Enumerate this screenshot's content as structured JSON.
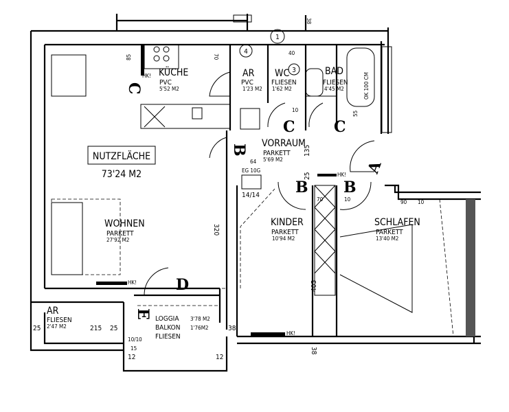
{
  "title": "NUTZFLÄCHE",
  "total_area": "73'24 M2",
  "rooms": {
    "kueche": {
      "name": "KÜCHE",
      "floor": "PVC",
      "area": "5'52 M2"
    },
    "ar_top": {
      "name": "AR",
      "floor": "PVC",
      "area": "1'23 M2"
    },
    "wc": {
      "name": "WC",
      "floor": "FLIESEN",
      "area": "1'62 M2"
    },
    "bad": {
      "name": "BAD",
      "floor": "FLIESEN",
      "area": "4'45 M2"
    },
    "vorraum": {
      "name": "VORRAUM",
      "floor": "PARKETT",
      "area": "5'69 M2"
    },
    "wohnen": {
      "name": "WOHNEN",
      "floor": "PARKETT",
      "area": "27'92 M2"
    },
    "kinder": {
      "name": "KINDER",
      "floor": "PARKETT",
      "area": "10'94 M2"
    },
    "schlafen": {
      "name": "SCHLAFEN",
      "floor": "PARKETT",
      "area": "13'40 M2"
    },
    "ar_bottom": {
      "name": "AR",
      "floor": "FLIESEN",
      "area": "2'47 M2"
    },
    "loggia": {
      "name": "LOGGIA",
      "name2": "BALKON",
      "floor": "FLIESEN",
      "area": "3'78 M2",
      "area2": "1'76M2"
    }
  },
  "door_marks": {
    "a": "A",
    "b": "B",
    "c": "C",
    "d": "D",
    "e": "E"
  },
  "circle_marks": [
    "1",
    "3",
    "4"
  ],
  "labels": {
    "hk": "HK!",
    "eg": "EG 10G",
    "shaft": "14/14",
    "bath_ok": "OK 100 CM",
    "vent": "10/10"
  },
  "dimensions": [
    "85",
    "70",
    "40",
    "38",
    "10",
    "55",
    "135",
    "25",
    "64",
    "70",
    "10",
    "90",
    "10",
    "320",
    "405",
    "25",
    "215",
    "25",
    "38",
    "12",
    "12",
    "38",
    "15"
  ]
}
